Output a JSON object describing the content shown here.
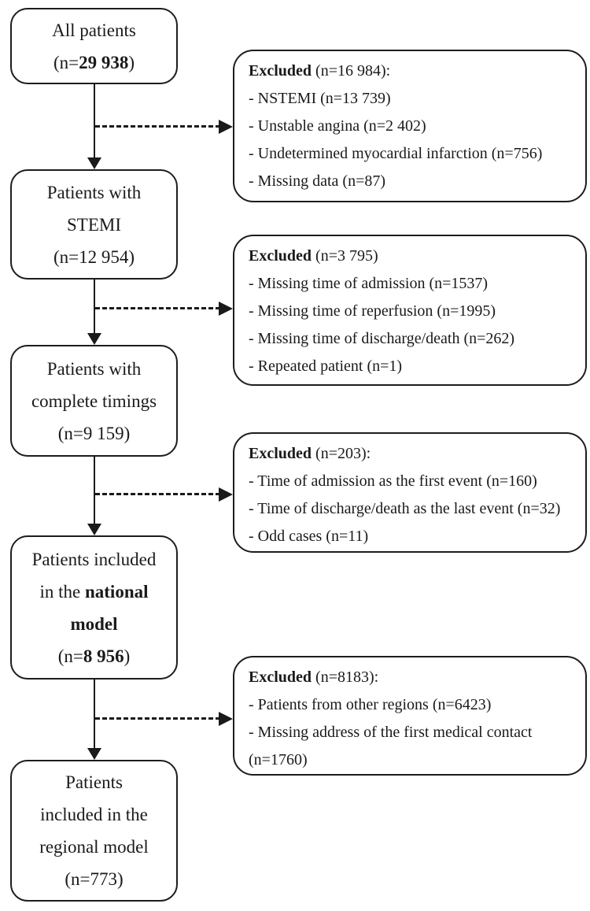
{
  "colors": {
    "line": "#1a1a1a",
    "background": "#ffffff"
  },
  "steps": {
    "s1": {
      "l1": "All patients",
      "l2a": "(n=",
      "l2b": "29 938",
      "l2c": ")"
    },
    "s2": {
      "l1": "Patients with",
      "l2": "STEMI",
      "l3": "(n=12 954)"
    },
    "s3": {
      "l1": "Patients with",
      "l2": "complete timings",
      "l3": "(n=9 159)"
    },
    "s4": {
      "l1": "Patients included",
      "l2a": "in the ",
      "l2b": "national",
      "l3": "model",
      "l4a": "(n=",
      "l4b": "8 956",
      "l4c": ")"
    },
    "s5": {
      "l1": "Patients",
      "l2": "included in the",
      "l3": "regional model",
      "l4": "(n=773)"
    }
  },
  "exclusions": {
    "e1": {
      "title": "Excluded",
      "count": " (n=16 984):",
      "i1": "- NSTEMI (n=13 739)",
      "i2": "- Unstable angina (n=2 402)",
      "i3": "- Undetermined myocardial infarction (n=756)",
      "i4": "- Missing data (n=87)"
    },
    "e2": {
      "title": "Excluded",
      "count": " (n=3 795)",
      "i1": "- Missing time of admission (n=1537)",
      "i2": "- Missing time of reperfusion (n=1995)",
      "i3": "- Missing time of discharge/death (n=262)",
      "i4": "- Repeated patient (n=1)"
    },
    "e3": {
      "title": "Excluded",
      "count": " (n=203):",
      "i1": "- Time of admission as the first event (n=160)",
      "i2": "- Time of discharge/death as the last event (n=32)",
      "i3": "- Odd cases (n=11)"
    },
    "e4": {
      "title": "Excluded",
      "count": " (n=8183):",
      "i1": "- Patients from other regions (n=6423)",
      "i2": "- Missing address of the first medical contact",
      "i3": "(n=1760)"
    }
  }
}
